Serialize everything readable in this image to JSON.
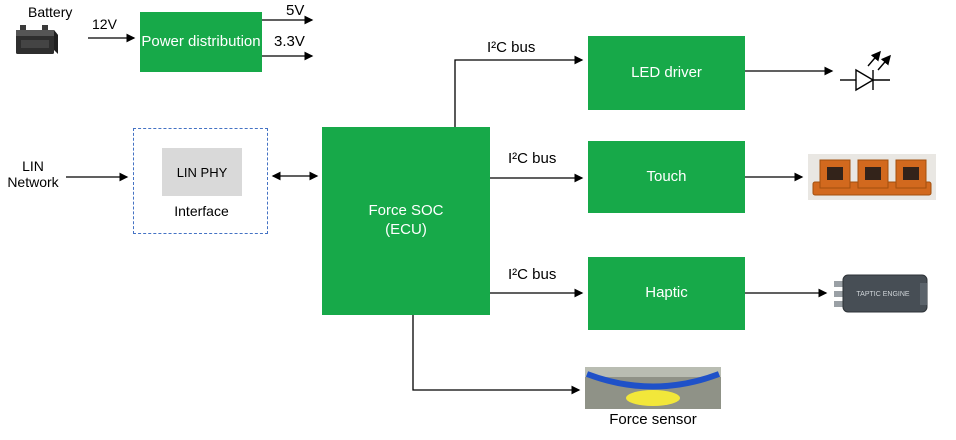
{
  "colors": {
    "box_green": "#17A949",
    "box_text": "#FFFFFF",
    "dashed_border": "#4472C4",
    "lin_phy_bg": "#D9D9D9",
    "wire": "#000000"
  },
  "labels": {
    "battery": "Battery",
    "v12": "12V",
    "v5": "5V",
    "v33": "3.3V",
    "lin_network": "LIN\nNetwork",
    "interface": "Interface",
    "i2c_bus": "I²C bus",
    "force_sensor": "Force sensor",
    "taptic_engine": "TAPTIC ENGINE"
  },
  "blocks": {
    "power_distribution": "Power distribution",
    "lin_phy": "LIN PHY",
    "force_soc": "Force SOC\n(ECU)",
    "led_driver": "LED driver",
    "touch": "Touch",
    "haptic": "Haptic"
  }
}
